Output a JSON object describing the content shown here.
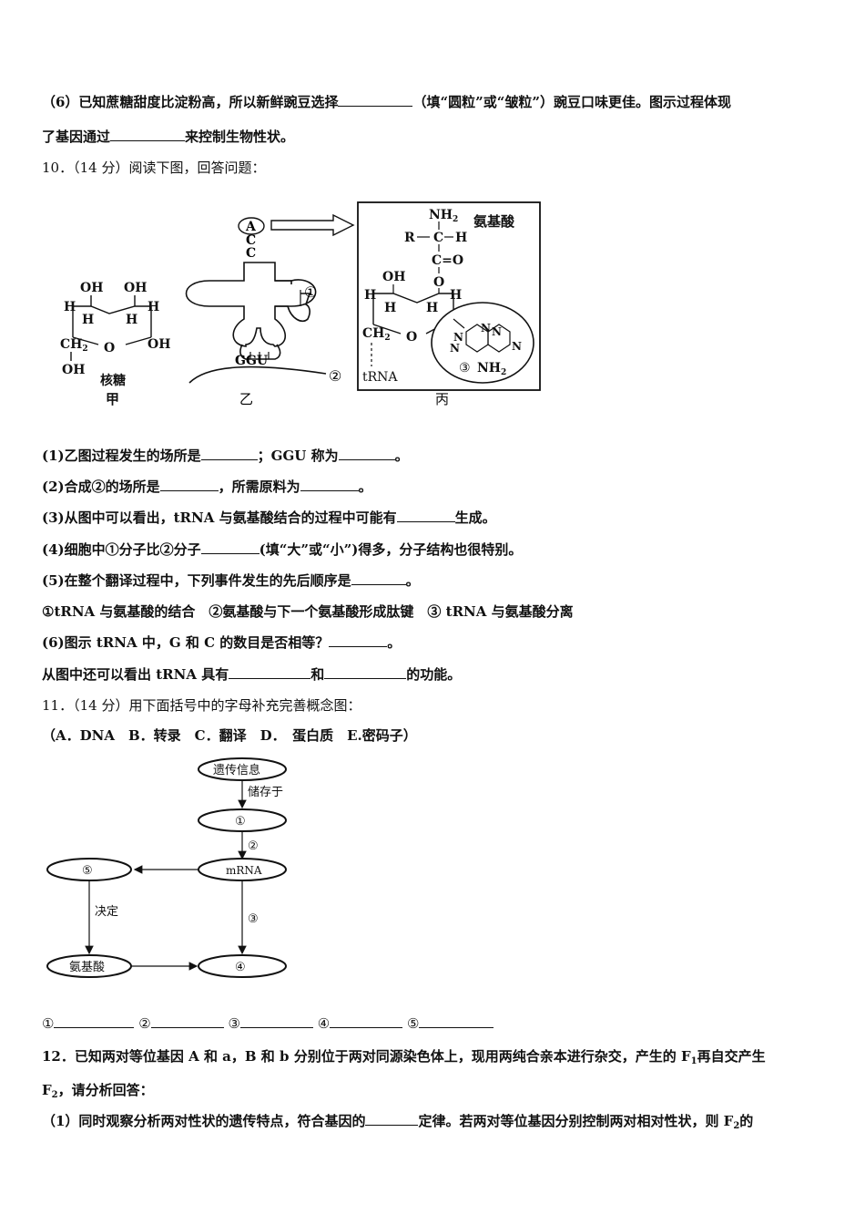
{
  "lines": {
    "q9_6a": "（6）已知蔗糖甜度比淀粉高，所以新鲜豌豆选择",
    "q9_6b": "（填“圆粒”或“皱粒”）豌豆口味更佳。图示过程体现",
    "q9_6c": "了基因通过",
    "q9_6d": "来控制生物性状。",
    "q10_head": "10．（14 分）阅读下图，回答问题：",
    "q10_1a": "(1)乙图过程发生的场所是",
    "q10_1b": "；GGU 称为",
    "q10_1c": "。",
    "q10_2a": "(2)合成②的场所是",
    "q10_2b": "，所需原料为",
    "q10_2c": "。",
    "q10_3a": "(3)从图中可以看出，tRNA 与氨基酸结合的过程中可能有",
    "q10_3b": "生成。",
    "q10_4a": "(4)细胞中①分子比②分子",
    "q10_4b": "(填“大”或“小”)得多，分子结构也很特别。",
    "q10_5a": "(5)在整个翻译过程中，下列事件发生的先后顺序是",
    "q10_5b": "。",
    "q10_5opts": "①tRNA 与氨基酸的结合　②氨基酸与下一个氨基酸形成肽键　③ tRNA 与氨基酸分离",
    "q10_6a": "(6)图示 tRNA 中，G 和 C 的数目是否相等？",
    "q10_6b": "。",
    "q10_7a": "从图中还可以看出 tRNA 具有",
    "q10_7b": "和",
    "q10_7c": "的功能。",
    "q11_head": "11．（14 分）用下面括号中的字母补充完善概念图：",
    "q11_opts": "（A．DNA　B．转录　C．翻译　D．　蛋白质　E.密码子）",
    "q11_b1": "①",
    "q11_b2": "②",
    "q11_b3": "③",
    "q11_b4": "④",
    "q11_b5": "⑤",
    "q12_a": "12．已知两对等位基因 A 和 a，B 和 b 分别位于两对同源染色体上，现用两纯合亲本进行杂交，产生的 F",
    "q12_sub1": "1",
    "q12_b": "再自交产生",
    "q12_c": "F",
    "q12_sub2": "2",
    "q12_d": "，请分析回答：",
    "q12_1a": "（1）同时观察分析两对性状的遗传特点，符合基因的",
    "q12_1b": "定律。若两对等位基因分别控制两对相对性状，则 F",
    "q12_sub3": "2",
    "q12_1c": "的"
  },
  "fig1": {
    "jia": {
      "oh1": "OH",
      "oh2": "OH",
      "h": "H",
      "ch2": "CH",
      "ch2sub": "2",
      "o": "O",
      "oh3": "OH",
      "oh4": "OH",
      "name": "核糖",
      "label": "甲"
    },
    "yi": {
      "a": "A",
      "c1": "C",
      "c2": "C",
      "anticodon": "GGU",
      "circ1": "①",
      "circ2": "②",
      "label": "乙"
    },
    "bing": {
      "nh2": "NH",
      "nh2sub": "2",
      "r": "R",
      "c": "C",
      "h": "H",
      "co": "C=O",
      "o": "O",
      "oh": "OH",
      "ch2": "CH",
      "ch2sub": "2",
      "trna": "tRNA",
      "n": "N",
      "circ3": "③",
      "base_nh2": "NH",
      "base_sub": "2",
      "aa": "氨基酸",
      "label": "丙"
    }
  },
  "fig2": {
    "node_info": "遗传信息",
    "edge_store": "储存于",
    "node1": "①",
    "edge2": "②",
    "node_mrna": "mRNA",
    "node5": "⑤",
    "edge_decide": "决定",
    "edge3": "③",
    "node_aa": "氨基酸",
    "node4": "④"
  }
}
